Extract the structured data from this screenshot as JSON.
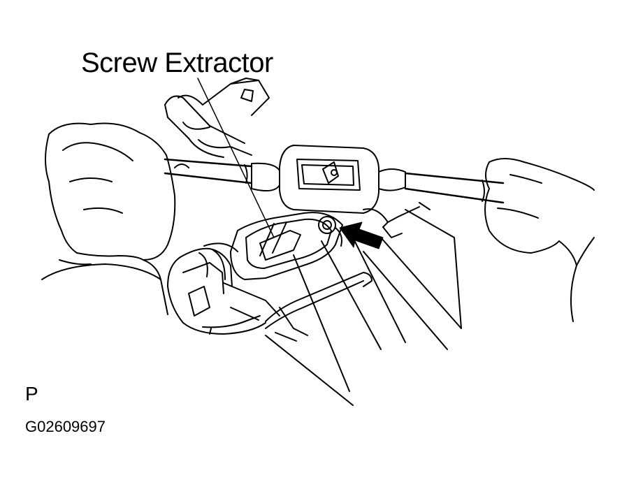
{
  "figure": {
    "callout_label": "Screw Extractor",
    "position_mark": "P",
    "figure_code": "G02609697"
  },
  "colors": {
    "ink": "#000000",
    "paper": "#ffffff"
  },
  "icons": {
    "arrow": "filled-arrow-icon"
  }
}
